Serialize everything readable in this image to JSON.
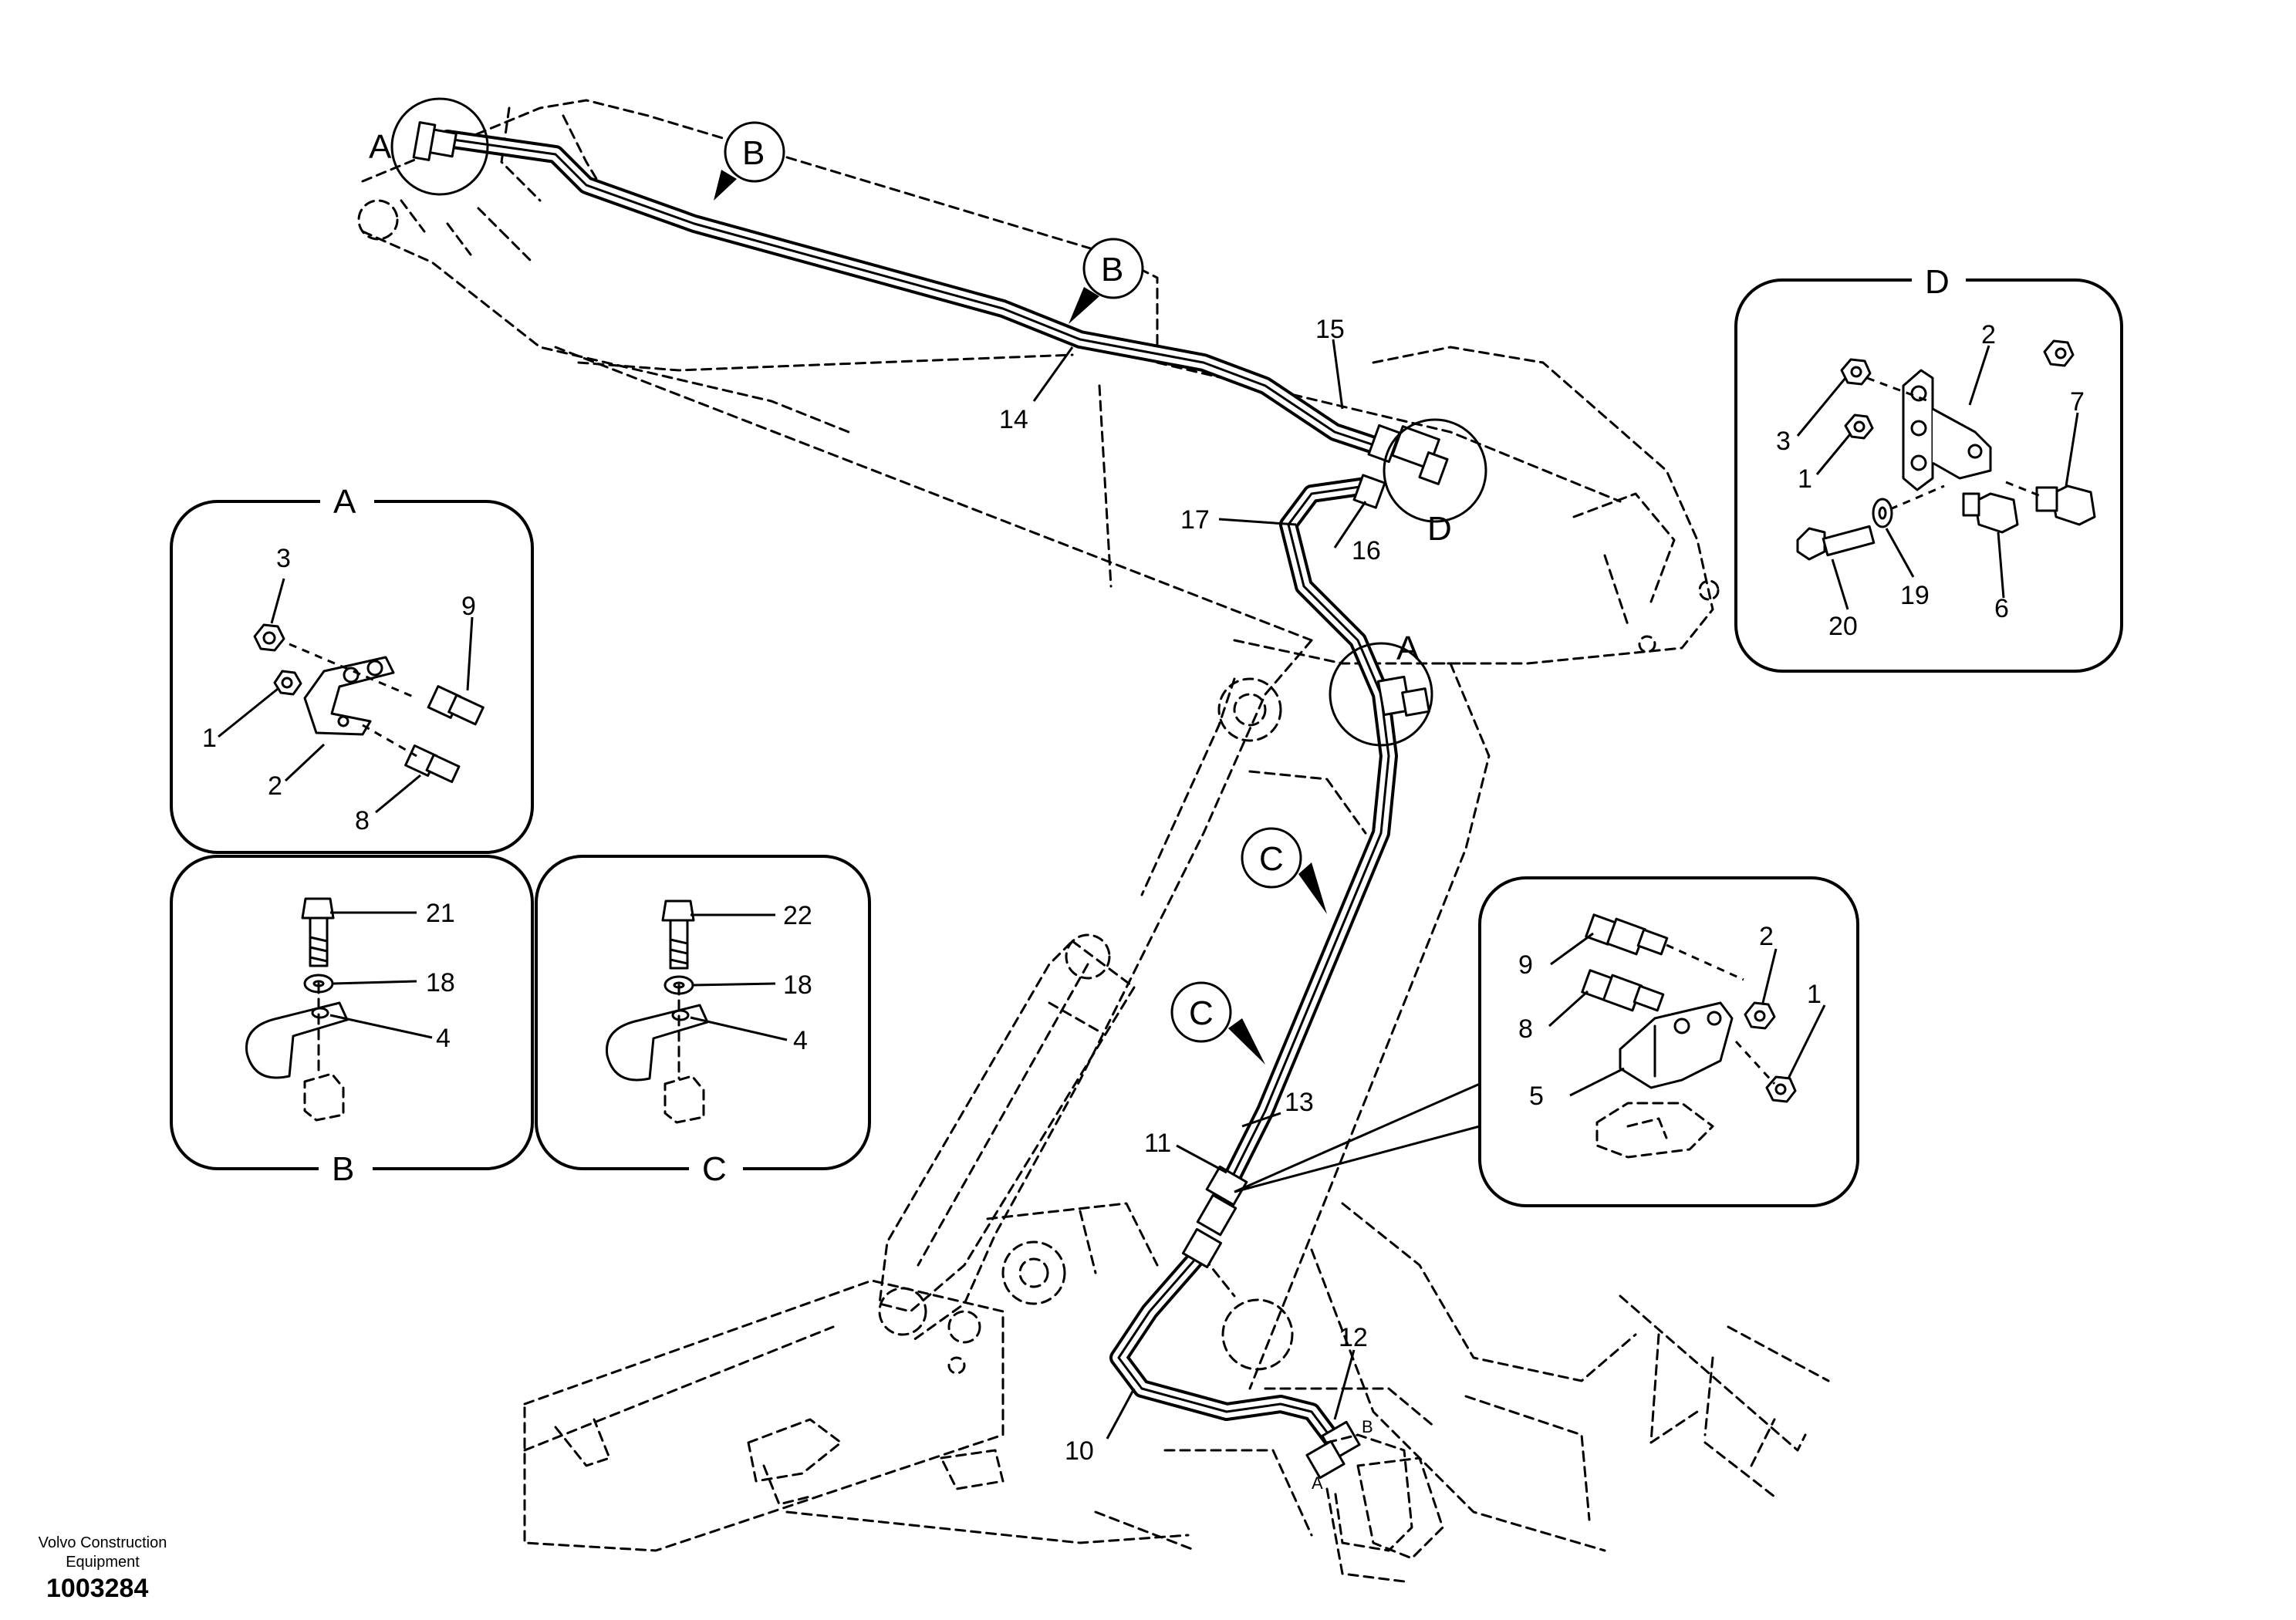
{
  "company": {
    "line1": "Volvo Construction",
    "line2": "Equipment"
  },
  "document_number": "1003284",
  "view_labels": {
    "A": "A",
    "B": "B",
    "C": "C",
    "D": "D"
  },
  "section_markers": {
    "B": "B",
    "C": "C"
  },
  "callouts": {
    "main": [
      "15",
      "14",
      "17",
      "16",
      "13",
      "11",
      "12",
      "10"
    ],
    "port_a": "A",
    "port_b": "B",
    "detail_a": [
      "3",
      "9",
      "1",
      "2",
      "8"
    ],
    "detail_b": [
      "21",
      "18",
      "4"
    ],
    "detail_c": [
      "22",
      "18",
      "4"
    ],
    "detail_d": [
      "2",
      "3",
      "7",
      "1",
      "20",
      "19",
      "6"
    ],
    "detail_mid": [
      "9",
      "2",
      "8",
      "1",
      "5"
    ]
  }
}
